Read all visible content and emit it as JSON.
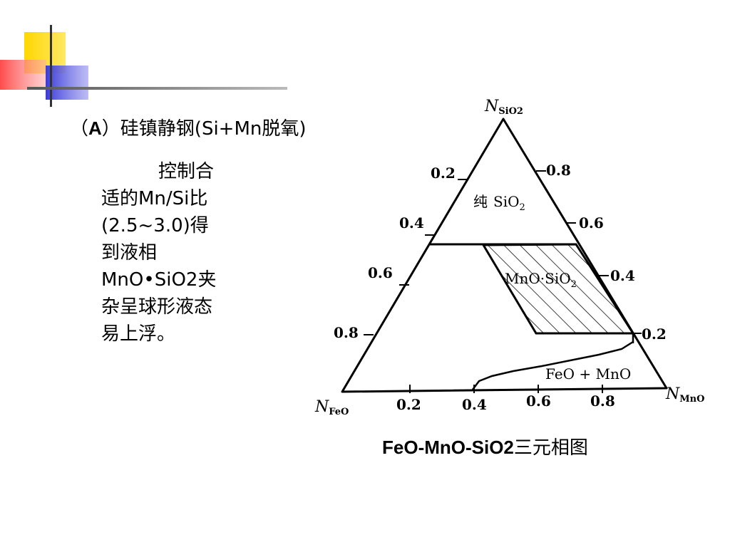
{
  "heading": {
    "paren_open": "（",
    "letter": "A",
    "rest": "）硅镇静钢(Si+Mn脱氧)"
  },
  "body_lines": [
    "控制合",
    "适的Mn/Si比",
    "(2.5~3.0)得",
    "到液相",
    "MnO•SiO2夹",
    "杂呈球形液态",
    "易上浮。"
  ],
  "diagram": {
    "apex_labels": {
      "top_main": "N",
      "top_sub": "SiO2",
      "left_main": "N",
      "left_sub": "FeO",
      "right_main": "N",
      "right_sub": "MnO"
    },
    "left_ticks": [
      "0.2",
      "0.4",
      "0.6",
      "0.8"
    ],
    "right_ticks": [
      "0.8",
      "0.6",
      "0.4",
      "0.2"
    ],
    "bottom_ticks": [
      "0.2",
      "0.4",
      "0.6",
      "0.8"
    ],
    "regions": {
      "pure_sio2_prefix": "纯",
      "pure_sio2_formula": "SiO",
      "pure_sio2_sub": "2",
      "mno_sio2": "MnO·SiO",
      "mno_sio2_sub": "2",
      "feo_mno": "FeO + MnO"
    }
  },
  "caption": {
    "formula": "FeO-MnO-SiO2",
    "text": "三元相图"
  },
  "colors": {
    "yellow_square": "#FFD700",
    "red_square": "#FF4C4C",
    "blue_square": "#3B3BD9",
    "line": "#000000"
  }
}
